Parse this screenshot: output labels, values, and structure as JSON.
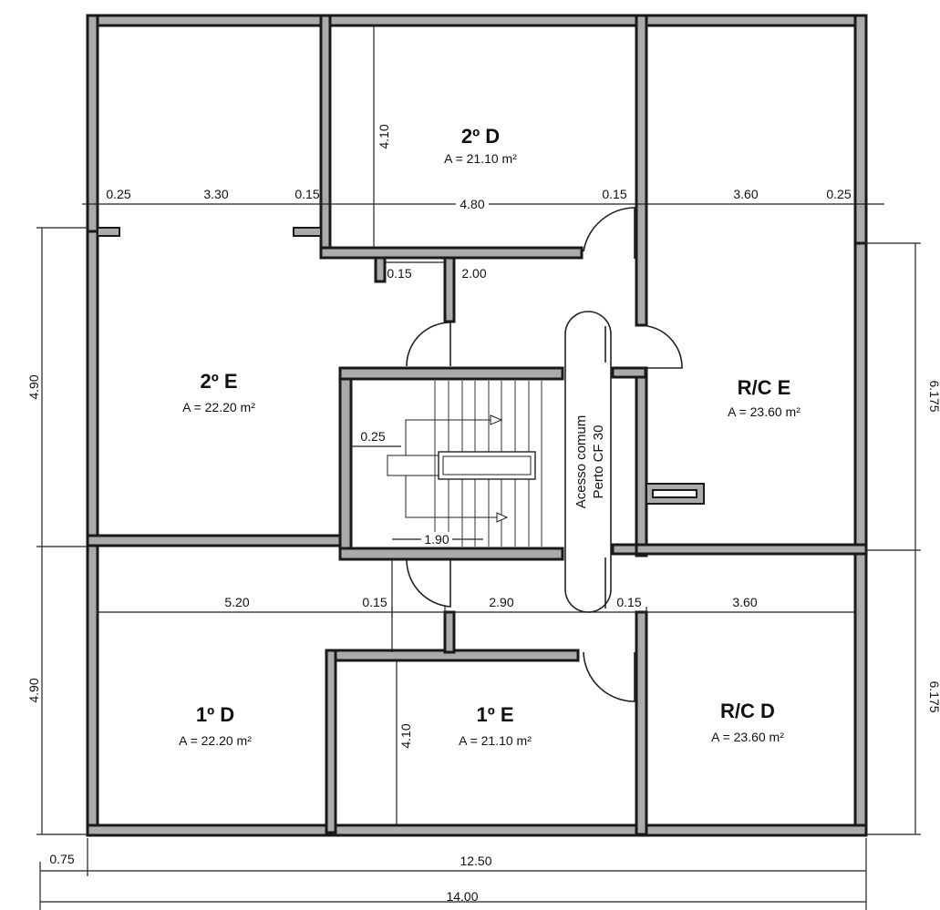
{
  "rooms": {
    "d2": {
      "name": "2º D",
      "area": "A = 21.10 m²"
    },
    "e2": {
      "name": "2º E",
      "area": "A = 22.20 m²"
    },
    "rce": {
      "name": "R/C E",
      "area": "A = 23.60 m²"
    },
    "d1": {
      "name": "1º D",
      "area": "A = 22.20 m²"
    },
    "e1": {
      "name": "1º E",
      "area": "A = 21.10 m²"
    },
    "rcd": {
      "name": "R/C D",
      "area": "A = 23.60 m²"
    }
  },
  "common": {
    "line1": "Acesso comum",
    "line2": "Perto CF 30"
  },
  "dims": {
    "top_025": "0.25",
    "top_330": "3.30",
    "top_015a": "0.15",
    "top_480": "4.80",
    "top_015b": "0.15",
    "top_360": "3.60",
    "top_025b": "0.25",
    "v_410_top": "4.10",
    "mid_015": "0.15",
    "mid_200": "2.00",
    "stair_025": "0.25",
    "stair_190": "1.90",
    "bot_520": "5.20",
    "bot_015a": "0.15",
    "bot_290": "2.90",
    "bot_015b": "0.15",
    "bot_360": "3.60",
    "v_410_bot": "4.10",
    "left_490a": "4.90",
    "left_490b": "4.90",
    "right_6175a": "6.175",
    "right_6175b": "6.175",
    "base_075": "0.75",
    "base_1250": "12.50",
    "base_1400": "14.00"
  }
}
